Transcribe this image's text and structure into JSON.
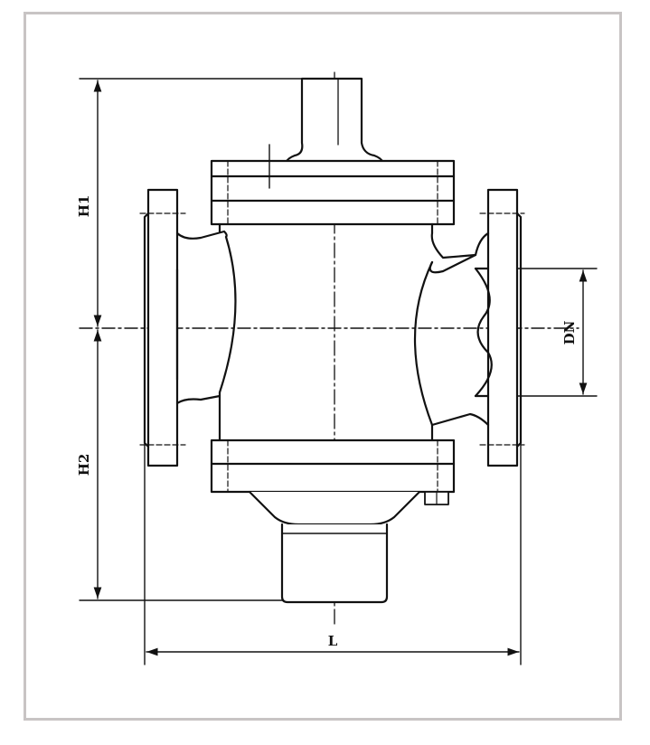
{
  "colors": {
    "frame_border": "#c8c4c4",
    "line": "#111111",
    "background": "#ffffff"
  },
  "dimensions": {
    "h1_label": "H1",
    "h2_label": "H2",
    "dn_label": "DN",
    "l_label": "L"
  }
}
